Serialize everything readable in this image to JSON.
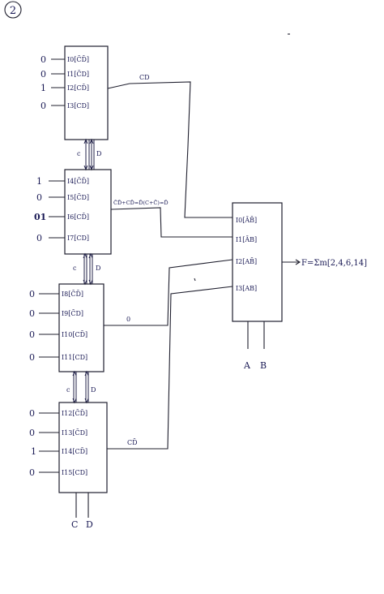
{
  "page_label": "2",
  "mux1": {
    "inputs": [
      {
        "value": "0",
        "label": "I0[C̄D̄]"
      },
      {
        "value": "0",
        "label": "I1[C̄D]"
      },
      {
        "value": "1",
        "label": "I2[CD̄]"
      },
      {
        "value": "0",
        "label": "I3[CD]"
      }
    ]
  },
  "mux2": {
    "inputs": [
      {
        "value": "1",
        "label": "I4[C̄D̄]"
      },
      {
        "value": "0",
        "label": "I5[C̄D]"
      },
      {
        "value": "01",
        "label": "I6[CD̄]"
      },
      {
        "value": "0",
        "label": "I7[CD]"
      }
    ]
  },
  "mux3": {
    "inputs": [
      {
        "value": "0",
        "label": "I8[C̄D̄]"
      },
      {
        "value": "0",
        "label": "I9[C̄D]"
      },
      {
        "value": "0",
        "label": "I10[CD̄]"
      },
      {
        "value": "0",
        "label": "I11[CD]"
      }
    ]
  },
  "mux4": {
    "inputs": [
      {
        "value": "0",
        "label": "I12[C̄D̄]"
      },
      {
        "value": "0",
        "label": "I13[C̄D]"
      },
      {
        "value": "1",
        "label": "I14[CD̄]"
      },
      {
        "value": "0",
        "label": "I15[CD]"
      }
    ]
  },
  "select_labels": {
    "m1_m2_c": "c",
    "m1_m2_d": "D",
    "m2_m3_c": "c",
    "m2_m3_d": "D",
    "m3_m4_c": "c",
    "m3_m4_d": "D",
    "bottom_c": "C",
    "bottom_d": "D"
  },
  "output_labels": {
    "mux1": "CD",
    "mux2": "C̄D̄+CD̄=D̄(C+C̄)=D̄",
    "mux3": "0",
    "mux4": "CD̄"
  },
  "final_mux": {
    "inputs": [
      "I0[ĀB̄]",
      "I1[ĀB]",
      "I2[AB̄]",
      "I3[AB]"
    ],
    "select_a": "A",
    "select_b": "B",
    "output": "F=Σm[2,4,6,14]"
  }
}
